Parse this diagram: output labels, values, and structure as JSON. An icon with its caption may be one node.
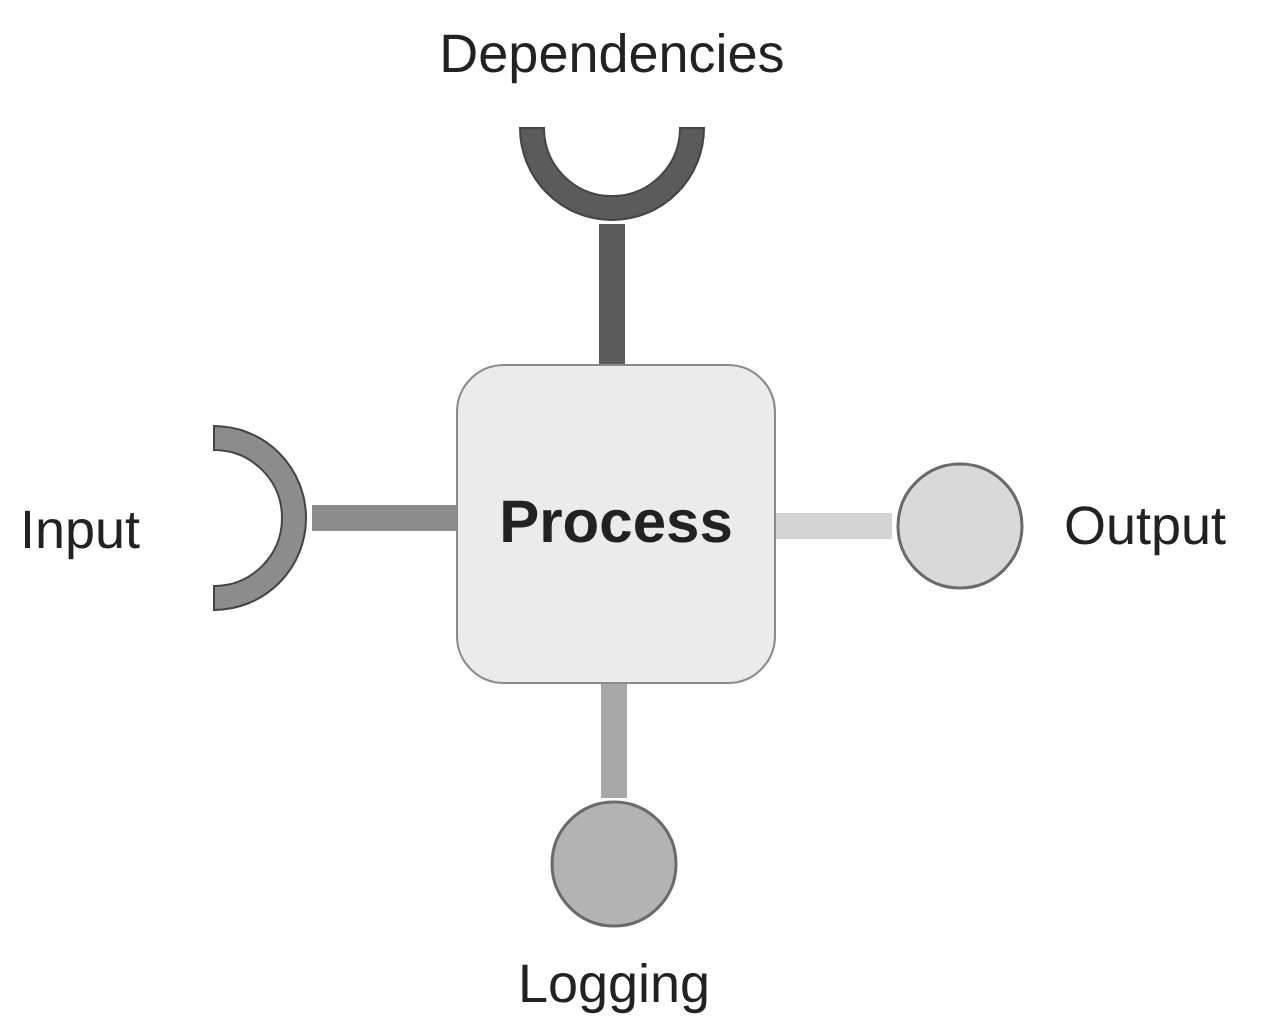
{
  "diagram": {
    "nodes": [
      {
        "text": [
          "Process"
        ]
      },
      {
        "text": [
          "Dependencies"
        ]
      },
      {
        "text": [
          "Input"
        ]
      },
      {
        "text": [
          "Output"
        ]
      },
      {
        "text": [
          "Logging"
        ]
      }
    ],
    "edges": [
      {
        "from": 0,
        "to": 1,
        "arrow": "none",
        "color": "#5b5b5b"
      },
      {
        "from": 0,
        "to": 2,
        "arrow": "none",
        "color": "#8c8c8c"
      },
      {
        "from": 0,
        "to": 3,
        "arrow": "none",
        "color": "#d4d4d4"
      },
      {
        "from": 0,
        "to": 4,
        "arrow": "none",
        "color": "#a8a8a8"
      }
    ]
  }
}
